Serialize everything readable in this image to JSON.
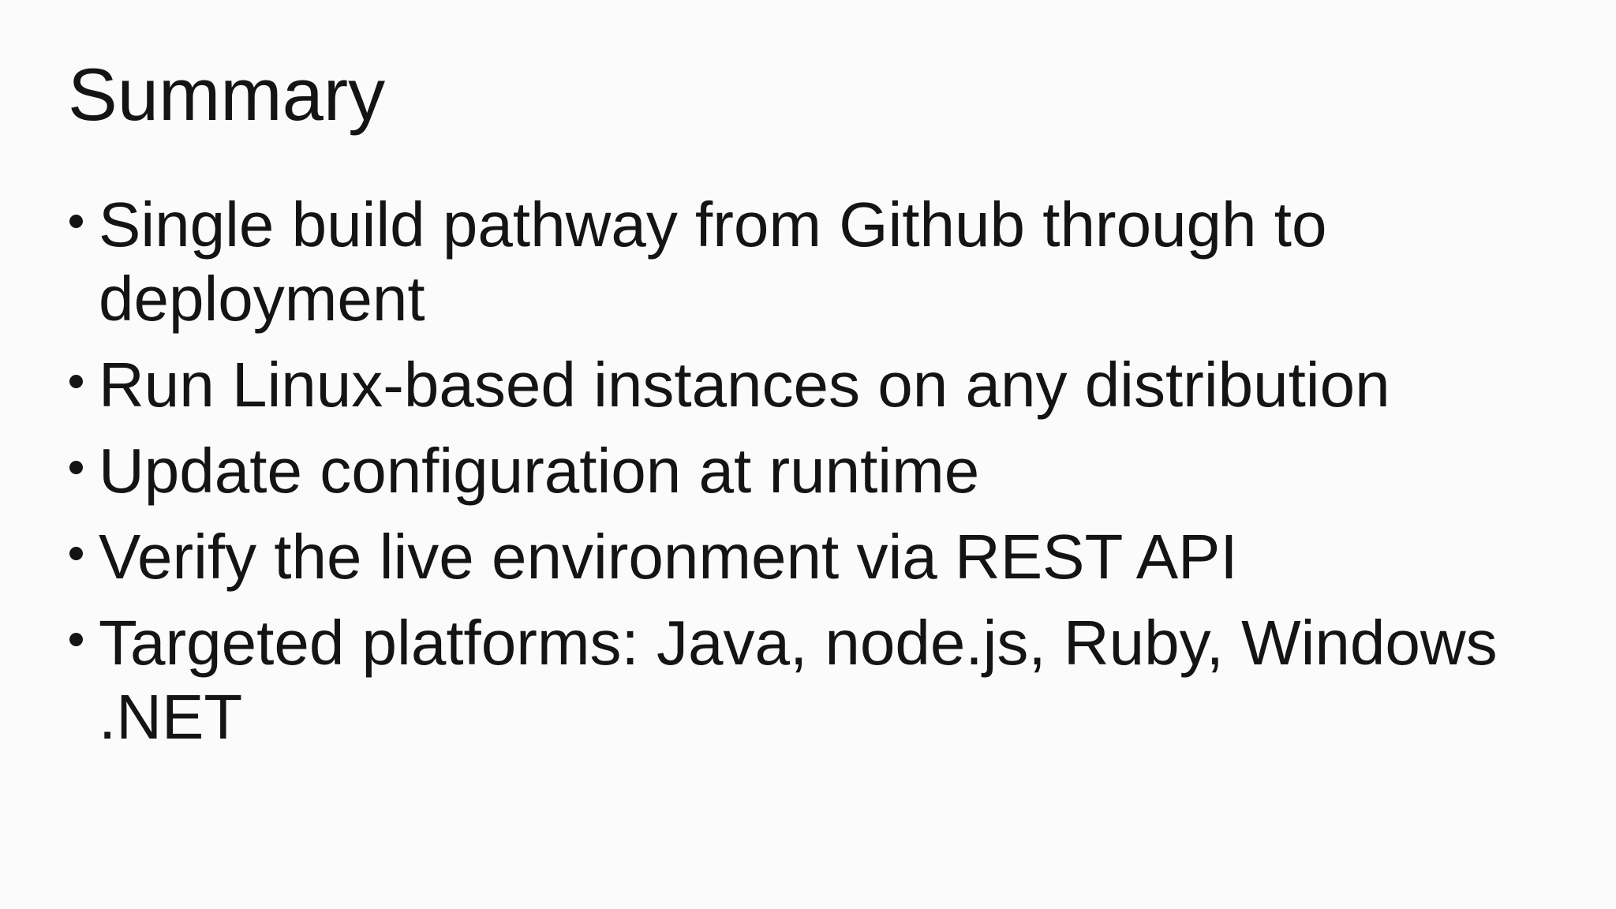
{
  "slide": {
    "title": "Summary",
    "bullets": [
      "Single build pathway from Github through to\ndeployment",
      "Run Linux-based instances on any distribution",
      "Update configuration at runtime",
      "Verify the live environment via REST API",
      "Targeted platforms: Java, node.js, Ruby, Windows\n.NET"
    ],
    "colors": {
      "background": "#fbfbfb",
      "text": "#141414"
    }
  }
}
